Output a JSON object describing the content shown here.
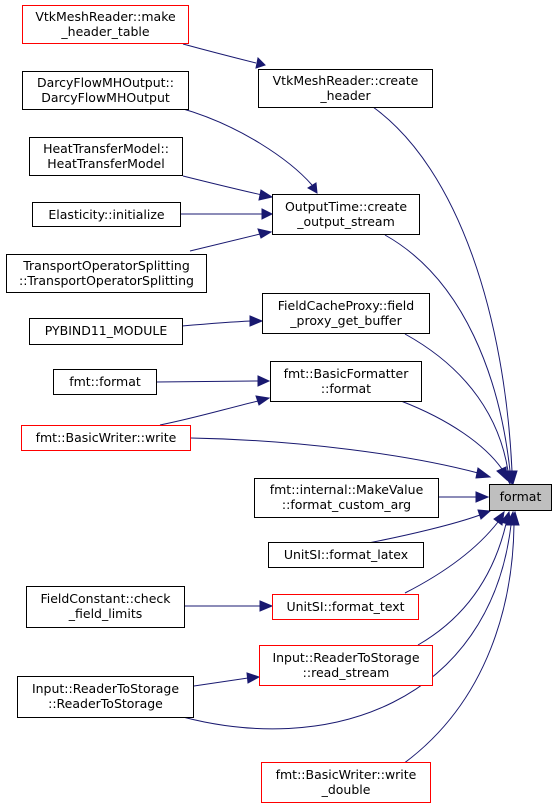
{
  "colors": {
    "edge": "#191970",
    "box_border": "#000000",
    "box_border_highlight": "#ff0000",
    "target_fill": "#bfbfbf"
  },
  "nodes": {
    "target": {
      "lines": [
        "format"
      ]
    },
    "vtk_make_header_table": {
      "lines": [
        "VtkMeshReader::make",
        "_header_table"
      ]
    },
    "vtk_create_header": {
      "lines": [
        "VtkMeshReader::create",
        "_header"
      ]
    },
    "darcy_output": {
      "lines": [
        "DarcyFlowMHOutput::",
        "DarcyFlowMHOutput"
      ]
    },
    "heat_transfer": {
      "lines": [
        "HeatTransferModel::",
        "HeatTransferModel"
      ]
    },
    "elasticity_init": {
      "lines": [
        "Elasticity::initialize"
      ]
    },
    "transport_splitting": {
      "lines": [
        "TransportOperatorSplitting",
        "::TransportOperatorSplitting"
      ]
    },
    "output_time": {
      "lines": [
        "OutputTime::create",
        "_output_stream"
      ]
    },
    "pybind_module": {
      "lines": [
        "PYBIND11_MODULE"
      ]
    },
    "field_cache_proxy": {
      "lines": [
        "FieldCacheProxy::field",
        "_proxy_get_buffer"
      ]
    },
    "fmt_format": {
      "lines": [
        "fmt::format"
      ]
    },
    "basic_formatter": {
      "lines": [
        "fmt::BasicFormatter",
        "::format"
      ]
    },
    "basic_writer_write": {
      "lines": [
        "fmt::BasicWriter::write"
      ]
    },
    "make_value": {
      "lines": [
        "fmt::internal::MakeValue",
        "::format_custom_arg"
      ]
    },
    "unit_latex": {
      "lines": [
        "UnitSI::format_latex"
      ]
    },
    "field_constant": {
      "lines": [
        "FieldConstant::check",
        "_field_limits"
      ]
    },
    "unit_text": {
      "lines": [
        "UnitSI::format_text"
      ]
    },
    "reader_read_stream": {
      "lines": [
        "Input::ReaderToStorage",
        "::read_stream"
      ]
    },
    "reader_ctor": {
      "lines": [
        "Input::ReaderToStorage",
        "::ReaderToStorage"
      ]
    },
    "write_double": {
      "lines": [
        "fmt::BasicWriter::write",
        "_double"
      ]
    }
  }
}
